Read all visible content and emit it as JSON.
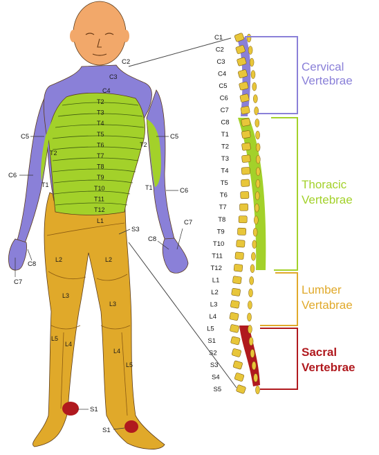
{
  "colors": {
    "cervical": "#8a80d8",
    "thoracic": "#a3d12a",
    "lumbar": "#e0a92a",
    "sacral": "#b0191e",
    "skin": "#f2a86a",
    "bone": "#e8c63a"
  },
  "groups": {
    "cervical": {
      "line1": "Cervical",
      "line2": "Vertebrae"
    },
    "thoracic": {
      "line1": "Thoracic",
      "line2": "Vertebrae"
    },
    "lumbar": {
      "line1": "Lumber",
      "line2": "Vertabrae"
    },
    "sacral": {
      "line1": "Sacral",
      "line2": "Vertebrae"
    }
  },
  "vertebrae": [
    "C1",
    "C2",
    "C3",
    "C4",
    "C5",
    "C6",
    "C7",
    "C8",
    "T1",
    "T2",
    "T3",
    "T4",
    "T5",
    "T6",
    "T7",
    "T8",
    "T9",
    "T10",
    "T11",
    "T12",
    "L1",
    "L2",
    "L3",
    "L4",
    "L5",
    "S1",
    "S2",
    "S3",
    "S4",
    "S5"
  ],
  "body_labels": {
    "c2": "C2",
    "c3": "C3",
    "c4": "C4",
    "c5_left": "C5",
    "c5_right": "C5",
    "c6_left": "C6",
    "c6_right": "C6",
    "c7_left": "C7",
    "c7_right": "C7",
    "c8_left": "C8",
    "c8_right": "C8",
    "t1_left": "T1",
    "t1_right": "T1",
    "t2_left": "T2",
    "t2_right": "T2",
    "trunk": [
      "T2",
      "T3",
      "T4",
      "T5",
      "T6",
      "T7",
      "T8",
      "T9",
      "T10",
      "T11",
      "T12"
    ],
    "l1": "L1",
    "s3": "S3",
    "l2_left": "L2",
    "l2_right": "L2",
    "l3_left": "L3",
    "l3_right": "L3",
    "l4_left": "L4",
    "l4_right": "L4",
    "l5_left": "L5",
    "l5_right": "L5",
    "s1_left": "S1",
    "s1_right": "S1"
  }
}
